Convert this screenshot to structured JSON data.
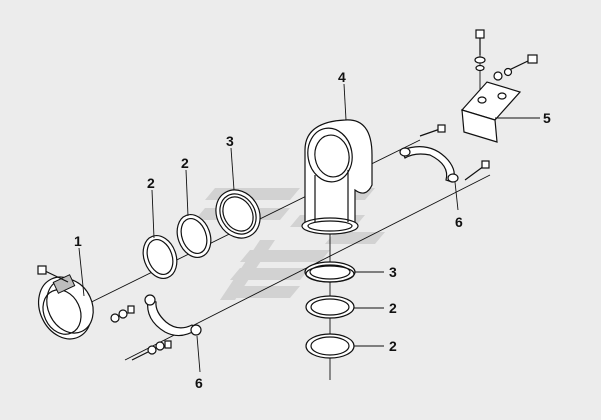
{
  "diagram": {
    "callouts": [
      {
        "id": "c1",
        "label": "1"
      },
      {
        "id": "c2a",
        "label": "2"
      },
      {
        "id": "c2b",
        "label": "2"
      },
      {
        "id": "c3a",
        "label": "3"
      },
      {
        "id": "c4",
        "label": "4"
      },
      {
        "id": "c5",
        "label": "5"
      },
      {
        "id": "c6a",
        "label": "6"
      },
      {
        "id": "c3b",
        "label": "3"
      },
      {
        "id": "c2c",
        "label": "2"
      },
      {
        "id": "c2d",
        "label": "2"
      },
      {
        "id": "c6b",
        "label": "6"
      }
    ],
    "colors": {
      "background": "#ececec",
      "line": "#111111",
      "watermark": "#d2d2d2"
    }
  }
}
